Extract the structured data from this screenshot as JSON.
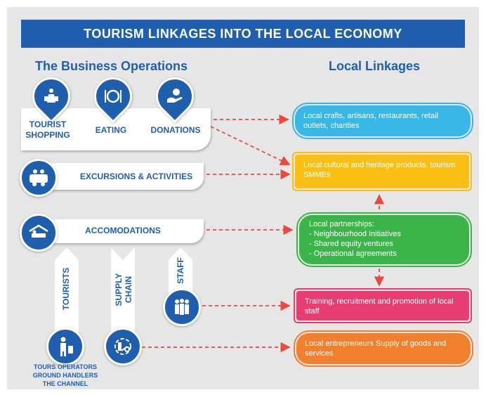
{
  "title": "TOURISM LINKAGES INTO THE LOCAL ECONOMY",
  "left_heading": "The Business Operations",
  "right_heading": "Local Linkages",
  "operations": {
    "tourist_shopping": "TOURIST\nSHOPPING",
    "eating": "EATING",
    "donations": "DONATIONS",
    "excursions": "EXCURSIONS & ACTIVITIES",
    "accommodations": "ACCOMODATIONS"
  },
  "channels": {
    "tourists": "TOURISTS",
    "supply_chain": "SUPPLY\nCHAIN",
    "staff": "STAFF",
    "tours_operators": "TOURS OPERATORS\nGROUND HANDLERS\nTHE CHANNEL"
  },
  "linkages": [
    {
      "text": "Local crafts, artisans, restaurants, retail outlets, charities",
      "color": "#38b6e6"
    },
    {
      "text": "Local cultural and heritage products, tourism SMMEs",
      "color": "#f9bf15"
    },
    {
      "text": "Local partnerships:\n- Neighbourhood Initiatives\n- Shared equity ventures\n- Operational agreements",
      "color": "#3bb54a"
    },
    {
      "text": "Training, recruitment and promotion of local staff",
      "color": "#e83d73"
    },
    {
      "text": "Local entrepreneurs Supply of goods and services",
      "color": "#f07f2e"
    }
  ],
  "colors": {
    "primary": "#1f5fae",
    "arrow": "#e84a3e"
  },
  "icons": [
    "shopping-icon",
    "eating-icon",
    "donations-icon",
    "excursions-icon",
    "accommodation-icon",
    "staff-icon",
    "tourist-icon",
    "supply-chain-icon"
  ]
}
